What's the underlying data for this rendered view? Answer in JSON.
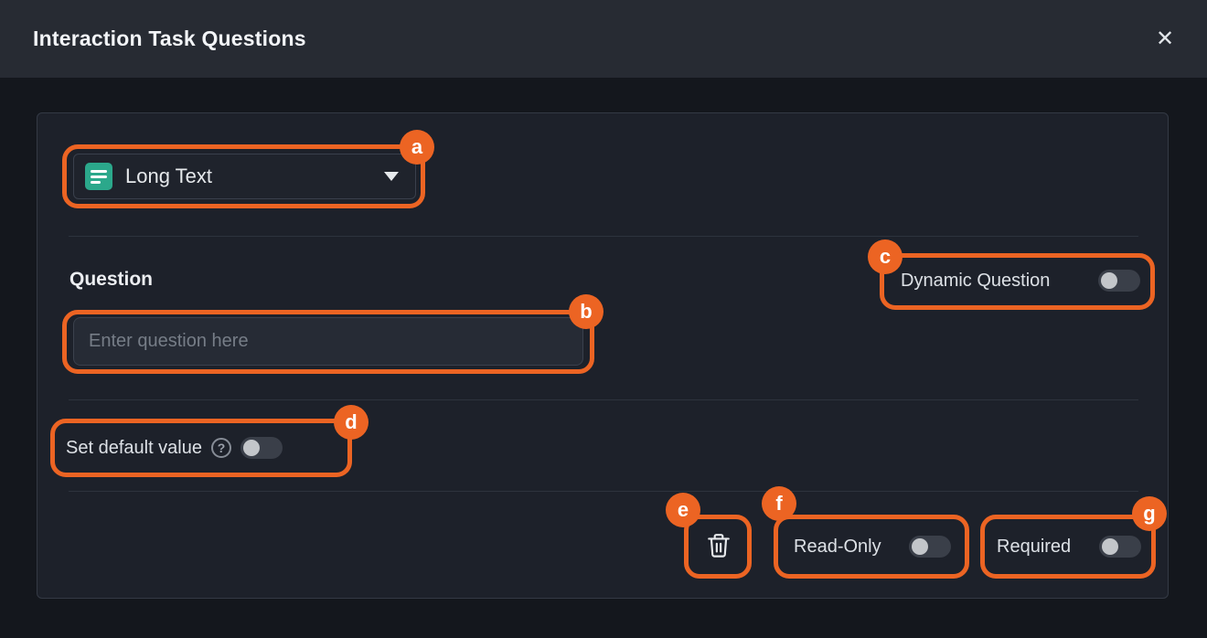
{
  "modal": {
    "title": "Interaction Task Questions",
    "close_icon": "close-icon"
  },
  "type_dropdown": {
    "selected_label": "Long Text",
    "icon": "long-text-icon"
  },
  "question": {
    "label": "Question",
    "placeholder": "Enter question here"
  },
  "toggles": {
    "dynamic_question": {
      "label": "Dynamic Question",
      "on": false
    },
    "set_default_value": {
      "label": "Set default value",
      "on": false,
      "help_icon": "help-icon",
      "help_glyph": "?"
    },
    "read_only": {
      "label": "Read-Only",
      "on": false
    },
    "required": {
      "label": "Required",
      "on": false
    }
  },
  "actions": {
    "delete_icon": "trash-icon"
  },
  "annotations": {
    "color": "#ec6423",
    "items": [
      {
        "label": "a",
        "target": "type-dropdown"
      },
      {
        "label": "b",
        "target": "question-input"
      },
      {
        "label": "c",
        "target": "dynamic-question-toggle"
      },
      {
        "label": "d",
        "target": "set-default-value-toggle"
      },
      {
        "label": "e",
        "target": "delete-button"
      },
      {
        "label": "f",
        "target": "read-only-toggle"
      },
      {
        "label": "g",
        "target": "required-toggle"
      }
    ]
  },
  "colors": {
    "header_bg": "#272b33",
    "body_bg": "#14171d",
    "card_bg": "#1d212a",
    "accent_teal": "#2ba88b",
    "annotation_orange": "#ec6423"
  }
}
